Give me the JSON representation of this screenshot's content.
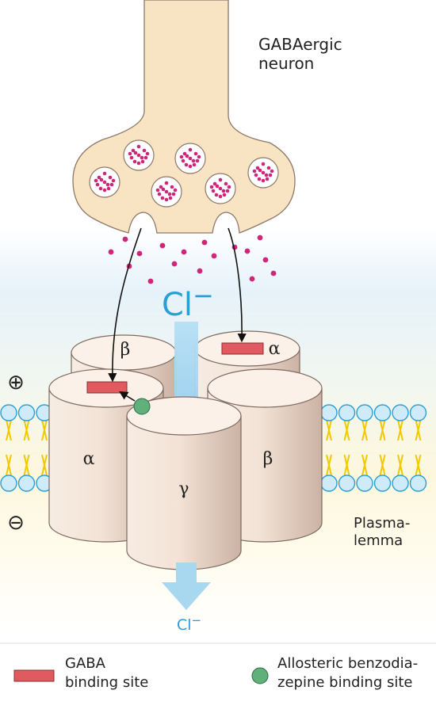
{
  "labels": {
    "neuron": [
      "GABAergic",
      "neuron"
    ],
    "chloride_top": "Cl",
    "chloride_top_charge": "−",
    "chloride_bottom": "Cl",
    "chloride_bottom_charge": "−",
    "plus_sign": "⊕",
    "minus_sign": "⊖",
    "plasmalemma": [
      "Plasma-",
      "lemma"
    ],
    "subunits": {
      "back_left": "β",
      "back_right": "α",
      "front_left": "α",
      "front_center": "γ",
      "front_right": "β"
    }
  },
  "legend": {
    "gaba": [
      "GABA",
      "binding site"
    ],
    "benzo": [
      "Allosteric benzodia-",
      "zepine binding site"
    ]
  },
  "colors": {
    "neuron_fill": "#f8e3c2",
    "vesicle_dot": "#d0267a",
    "gaba_site": "#e05a5f",
    "benzo_site": "#5fb07a",
    "channel_arrow": "#a8d8f0",
    "chloride_text": "#2a9fd6",
    "membrane_head": "#cfeaf8",
    "membrane_tail": "#f2c800",
    "cylinder_fill": "#f3e3d6"
  }
}
